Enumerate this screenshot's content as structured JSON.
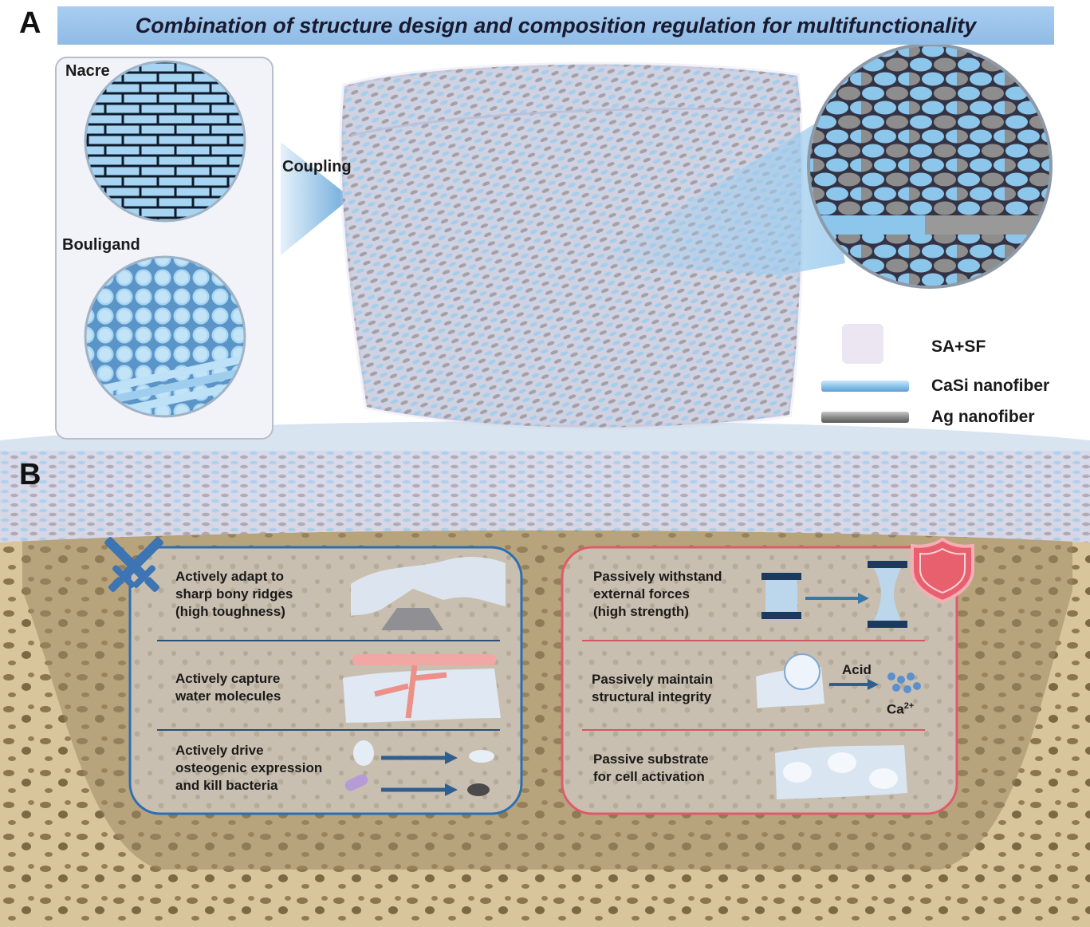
{
  "panel_a": {
    "letter": "A",
    "title": "Combination of structure design and composition regulation for multifunctionality",
    "nacre_label": "Nacre",
    "bouligand_label": "Bouligand",
    "coupling_label": "Coupling",
    "legend": [
      {
        "label": "SA+SF",
        "swatch": "#ece6f2"
      },
      {
        "label": "CaSi nanofiber",
        "swatch": "#8cc6ea"
      },
      {
        "label": "Ag nanofiber",
        "swatch": "#8a8a8a"
      }
    ]
  },
  "panel_b": {
    "letter": "B",
    "active_box": {
      "icon": "crossed-swords-icon",
      "border_color": "#2a6fb4",
      "items": [
        {
          "lines": [
            "Actively adapt to",
            "sharp bony ridges",
            "(high toughness)"
          ]
        },
        {
          "lines": [
            "Actively capture",
            "water molecules"
          ]
        },
        {
          "lines": [
            "Actively drive",
            "osteogenic expression",
            "and kill bacteria"
          ]
        }
      ]
    },
    "passive_box": {
      "icon": "shield-icon",
      "border_color": "#e05a6a",
      "items": [
        {
          "lines": [
            "Passively withstand",
            "external forces",
            "(high strength)"
          ]
        },
        {
          "lines": [
            "Passively maintain",
            "structural integrity"
          ],
          "acid_label": "Acid",
          "ion_label": "Ca",
          "ion_charge": "2+"
        },
        {
          "lines": [
            "Passive substrate",
            "for cell activation"
          ]
        }
      ]
    }
  },
  "colors": {
    "casi": "#8cc6ea",
    "ag": "#8a8a8a",
    "bone": "#d8c497",
    "blue_accent": "#2a6fb4",
    "red_accent": "#e05a6a"
  }
}
